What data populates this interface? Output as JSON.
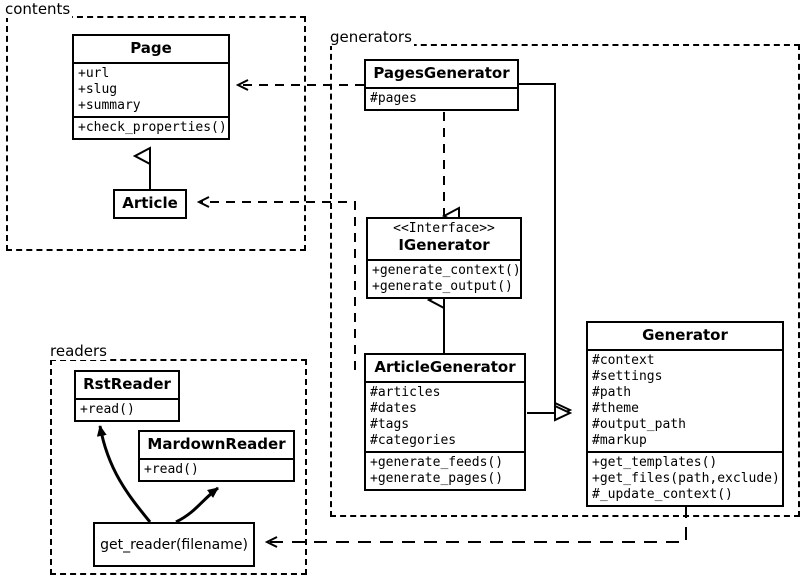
{
  "diagram": {
    "type": "uml-class-diagram",
    "title": "Pelican static site generator class diagram"
  },
  "packages": [
    {
      "name": "contents",
      "label": "contents"
    },
    {
      "name": "generators",
      "label": "generators"
    },
    {
      "name": "readers",
      "label": "readers"
    }
  ],
  "classes": {
    "page": {
      "name": "Page",
      "attributes": [
        "+url",
        "+slug",
        "+summary"
      ],
      "operations": [
        "+check_properties()"
      ]
    },
    "article": {
      "name": "Article",
      "attributes": [],
      "operations": []
    },
    "pages_generator": {
      "name": "PagesGenerator",
      "attributes": [
        "#pages"
      ],
      "operations": []
    },
    "igenerator": {
      "stereotype": "<<Interface>>",
      "name": "IGenerator",
      "attributes": [],
      "operations": [
        "+generate_context()",
        "+generate_output()"
      ]
    },
    "article_generator": {
      "name": "ArticleGenerator",
      "attributes": [
        "#articles",
        "#dates",
        "#tags",
        "#categories"
      ],
      "operations": [
        "+generate_feeds()",
        "+generate_pages()"
      ]
    },
    "generator": {
      "name": "Generator",
      "attributes": [
        "#context",
        "#settings",
        "#path",
        "#theme",
        "#output_path",
        "#markup"
      ],
      "operations": [
        "+get_templates()",
        "+get_files(path,exclude)",
        "#_update_context()"
      ]
    },
    "rst_reader": {
      "name": "RstReader",
      "attributes": [],
      "operations": [
        "+read()"
      ]
    },
    "mardown_reader": {
      "name": "MardownReader",
      "attributes": [],
      "operations": [
        "+read()"
      ]
    },
    "get_reader": {
      "name": "get_reader(filename)"
    }
  },
  "relations": [
    {
      "name": "pagesgenerator-uses-page",
      "kind": "dependency",
      "from": "PagesGenerator",
      "to": "Page"
    },
    {
      "name": "articlegenerator-uses-article",
      "kind": "dependency",
      "from": "ArticleGenerator",
      "to": "Article"
    },
    {
      "name": "article-inherits-page",
      "kind": "generalization",
      "from": "Article",
      "to": "Page"
    },
    {
      "name": "pagesgenerator-realizes-igenerator",
      "kind": "realization",
      "from": "PagesGenerator",
      "to": "IGenerator"
    },
    {
      "name": "articlegenerator-realizes-igenerator",
      "kind": "generalization",
      "from": "ArticleGenerator",
      "to": "IGenerator"
    },
    {
      "name": "pagesgenerator-inherits-generator",
      "kind": "generalization",
      "from": "PagesGenerator",
      "to": "Generator"
    },
    {
      "name": "articlegenerator-inherits-generator",
      "kind": "generalization",
      "from": "ArticleGenerator",
      "to": "Generator"
    },
    {
      "name": "generator-uses-get-reader",
      "kind": "dependency",
      "from": "Generator",
      "to": "get_reader(filename)"
    },
    {
      "name": "get-reader-returns-rstreader",
      "kind": "association",
      "from": "get_reader(filename)",
      "to": "RstReader"
    },
    {
      "name": "get-reader-returns-mardownreader",
      "kind": "association",
      "from": "get_reader(filename)",
      "to": "MardownReader"
    }
  ],
  "colors": {
    "line": "#000000",
    "background": "#ffffff",
    "box_fill": "#ffffff"
  }
}
